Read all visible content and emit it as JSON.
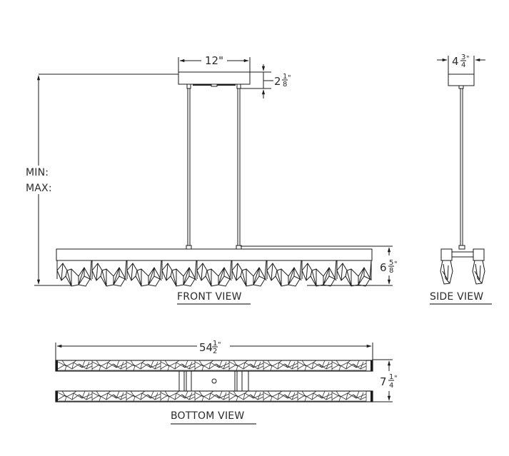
{
  "drawing": {
    "views": {
      "front": {
        "label": "FRONT VIEW"
      },
      "side": {
        "label": "SIDE VIEW"
      },
      "bottom": {
        "label": "BOTTOM VIEW"
      }
    },
    "dimensions": {
      "canopy_width": {
        "whole": "1 2",
        "frac": "",
        "unit": "\"",
        "text": "12\""
      },
      "canopy_height": {
        "whole": "2",
        "num": "1",
        "den": "8",
        "unit": "\"",
        "text": "2 1/8\""
      },
      "side_width": {
        "whole": "4",
        "num": "3",
        "den": "4",
        "unit": "\"",
        "text": "4 3/4\""
      },
      "fixture_height": {
        "whole": "6",
        "num": "5",
        "den": "8",
        "unit": "\"",
        "text": "6 5/8\""
      },
      "overall_length": {
        "whole": "54",
        "num": "1",
        "den": "2",
        "unit": "\"",
        "text": "54 1/2\""
      },
      "bottom_depth": {
        "whole": "7",
        "num": "1",
        "den": "4",
        "unit": "\"",
        "text": "7 1/4\""
      },
      "overall_height": {
        "min_label": "MIN:",
        "max_label": "MAX:"
      }
    },
    "colors": {
      "line": "#1a1a1a",
      "text": "#2b2b2b",
      "underline": "#555555"
    }
  }
}
